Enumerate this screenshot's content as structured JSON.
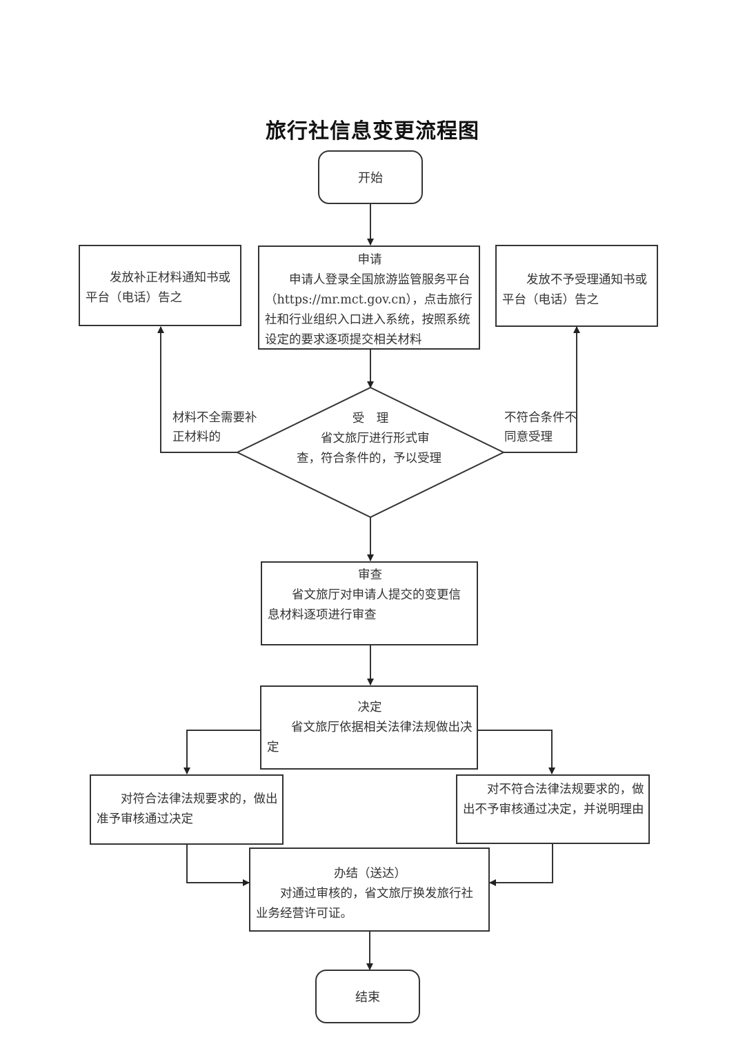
{
  "title": "旅行社信息变更流程图",
  "nodes": {
    "start": {
      "label": "开始"
    },
    "apply": {
      "heading": "申请",
      "body": "申请人登录全国旅游监管服务平台（https://mr.mct.gov.cn），点击旅行社和行业组织入口进入系统，按照系统设定的要求逐项提交相关材料"
    },
    "supplement_notice": {
      "body": "发放补正材料通知书或平台（电话）告之"
    },
    "reject_notice": {
      "body": "发放不予受理通知书或平台（电话）告之"
    },
    "accept": {
      "heading": "受　理",
      "body": "省文旅厅进行形式审查，符合条件的，予以受理"
    },
    "review": {
      "heading": "审查",
      "body": "省文旅厅对申请人提交的变更信息材料逐项进行审查"
    },
    "decision": {
      "heading": "决定",
      "body": "省文旅厅依据相关法律法规做出决定"
    },
    "approve": {
      "body": "对符合法律法规要求的，做出准予审核通过决定"
    },
    "deny": {
      "body": "对不符合法律法规要求的，做出不予审核通过决定，并说明理由"
    },
    "complete": {
      "heading": "办结（送达）",
      "body": "对通过审核的，省文旅厅换发旅行社业务经营许可证。"
    },
    "end": {
      "label": "结束"
    }
  },
  "edge_labels": {
    "incomplete": "材料不全需要补正材料的",
    "not_eligible": "不符合条件不同意受理"
  },
  "colors": {
    "line": "#333333",
    "text": "#333333",
    "background": "#ffffff"
  }
}
